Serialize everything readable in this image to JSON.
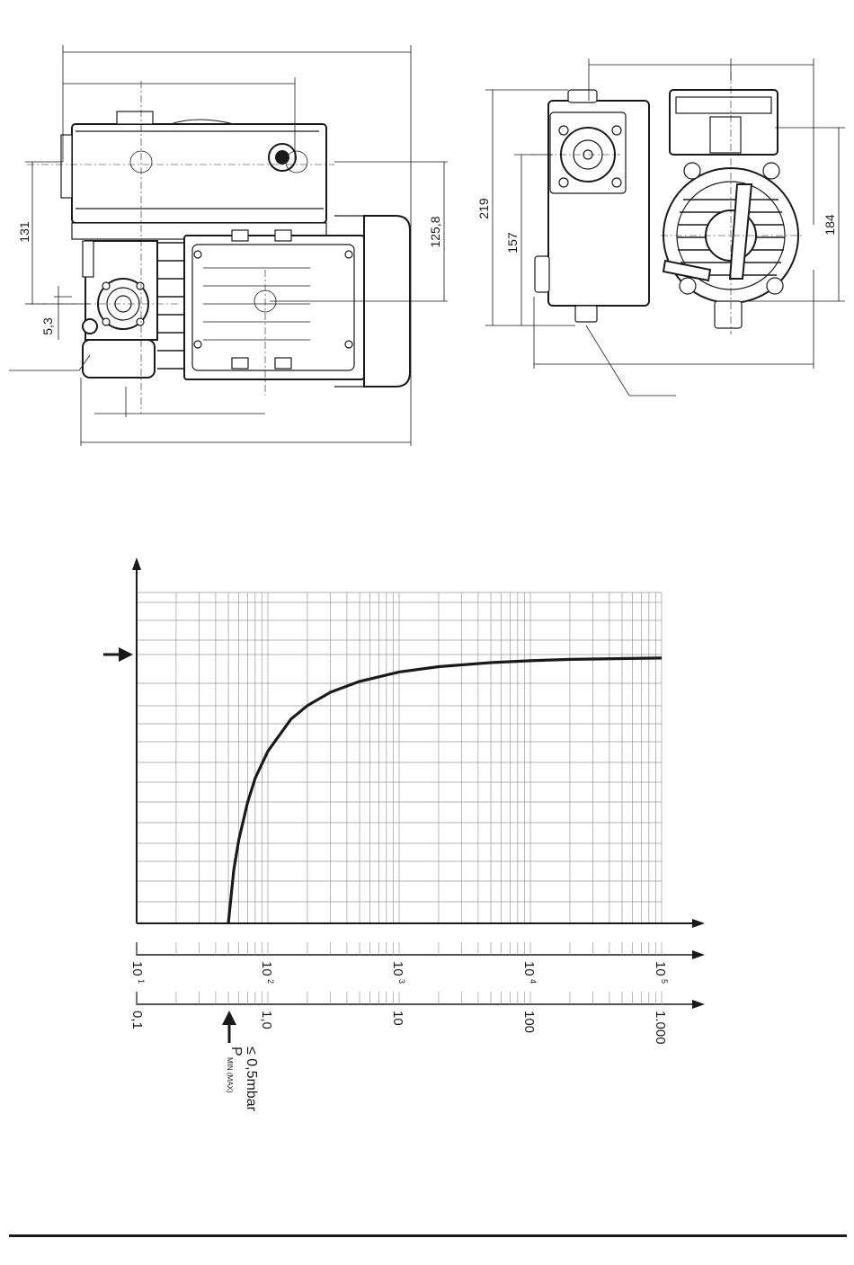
{
  "drawing": {
    "dimensions": {
      "d131": "131",
      "d5_3": "5,3",
      "d125_8": "125,8",
      "d219": "219",
      "d157": "157",
      "d184": "184"
    }
  },
  "chart_data": {
    "type": "line",
    "xscale": "log",
    "axes": [
      {
        "ticks": [
          "10",
          "10",
          "10",
          "10",
          "10"
        ],
        "exponents": [
          "1",
          "2",
          "3",
          "4",
          "5"
        ]
      },
      {
        "ticks": [
          "0,1",
          "1,0",
          "10",
          "100",
          "1.000"
        ]
      }
    ],
    "pmin_label": "P",
    "pmin_sub": "MIN (MAX)",
    "pmin_value": "≤ 0,5mbar",
    "series": [
      {
        "x": [
          0.5,
          0.55,
          0.6,
          0.7,
          0.8,
          1.0,
          1.5,
          2,
          3,
          5,
          10,
          20,
          50,
          100,
          200,
          500,
          1000
        ],
        "y": [
          0.0,
          0.2,
          0.31,
          0.45,
          0.54,
          0.64,
          0.76,
          0.81,
          0.86,
          0.9,
          0.935,
          0.955,
          0.97,
          0.977,
          0.982,
          0.985,
          0.987
        ]
      }
    ]
  }
}
